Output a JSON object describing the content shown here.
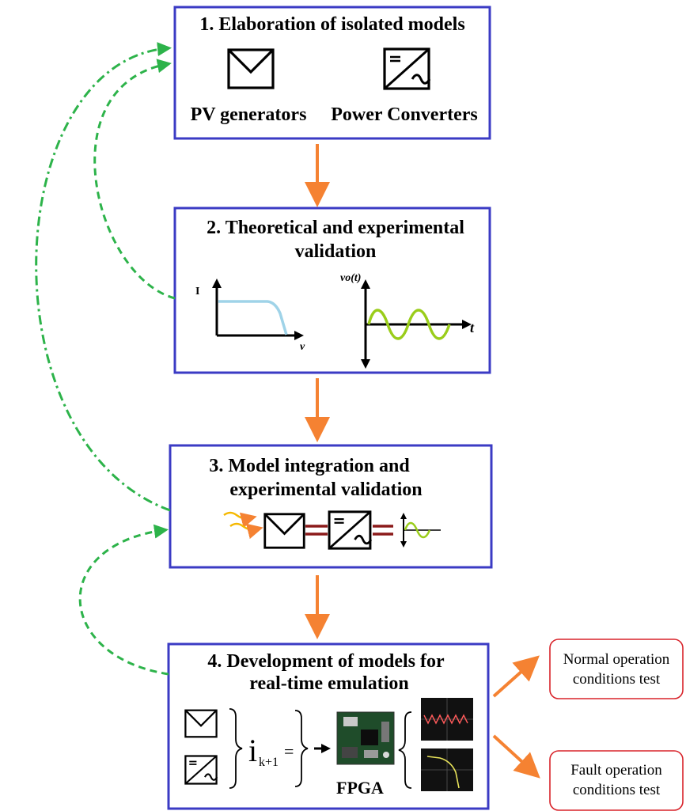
{
  "colors": {
    "box_border": "#3b3bc4",
    "flow_arrow": "#f58232",
    "feedback_arrow": "#2db34a",
    "result_border": "#d8232a",
    "iv_curve": "#9fd3e8",
    "sine_wave": "#9acd1a"
  },
  "step1": {
    "title": "1. Elaboration of isolated models",
    "pv_label": "PV generators",
    "converter_label": "Power Converters"
  },
  "step2": {
    "title_line1": "2. Theoretical and experimental",
    "title_line2": "validation",
    "iv_y_label": "I",
    "iv_x_label": "v",
    "wave_y_label": "vo(t)",
    "wave_x_label": "t"
  },
  "step3": {
    "title_line1": "3. Model integration and",
    "title_line2": "experimental validation"
  },
  "step4": {
    "title_line1": "4. Development  of models for",
    "title_line2": "real-time emulation",
    "equation_symbol": "i",
    "equation_subscript": "k+1",
    "equation_equals": "=",
    "fpga_label": "FPGA"
  },
  "outcomes": {
    "normal_line1": "Normal operation",
    "normal_line2": "conditions test",
    "fault_line1": "Fault operation",
    "fault_line2": "conditions test"
  },
  "icons": {
    "pv": "pv-panel-icon",
    "converter": "dc-ac-converter-icon",
    "sun": "sunlight-icon",
    "fpga": "fpga-board-icon",
    "scope": "oscilloscope-icon"
  }
}
